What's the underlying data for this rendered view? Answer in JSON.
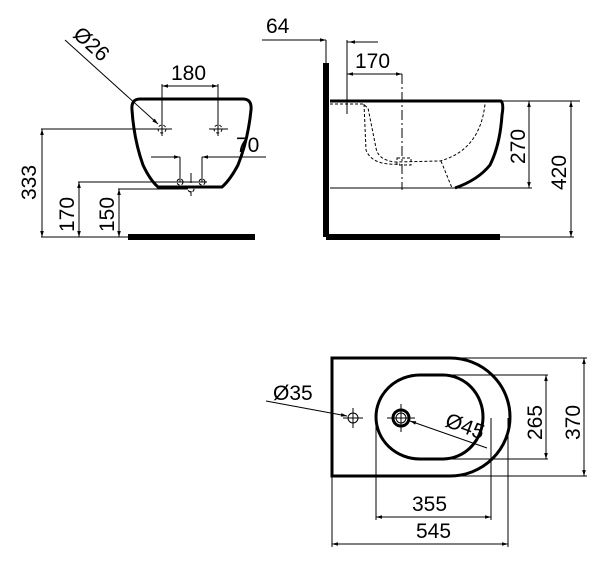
{
  "drawing": {
    "title": "Wall-hung bidet technical drawing",
    "units": "mm",
    "front_view": {
      "labels": {
        "hole_diameter": "Ø26",
        "hole_spacing": "180",
        "inlet_offset": "70",
        "hole_height": "333",
        "inlet_height": "170",
        "outlet_height": "150"
      }
    },
    "side_view": {
      "labels": {
        "wall_offset": "64",
        "outlet_distance": "170",
        "bowl_height": "270",
        "rim_height": "420"
      }
    },
    "top_view": {
      "labels": {
        "tap_hole_diameter": "Ø35",
        "drain_diameter": "Ø45",
        "bowl_width": "265",
        "overall_width": "370",
        "bowl_length": "355",
        "overall_length": "545"
      }
    }
  }
}
